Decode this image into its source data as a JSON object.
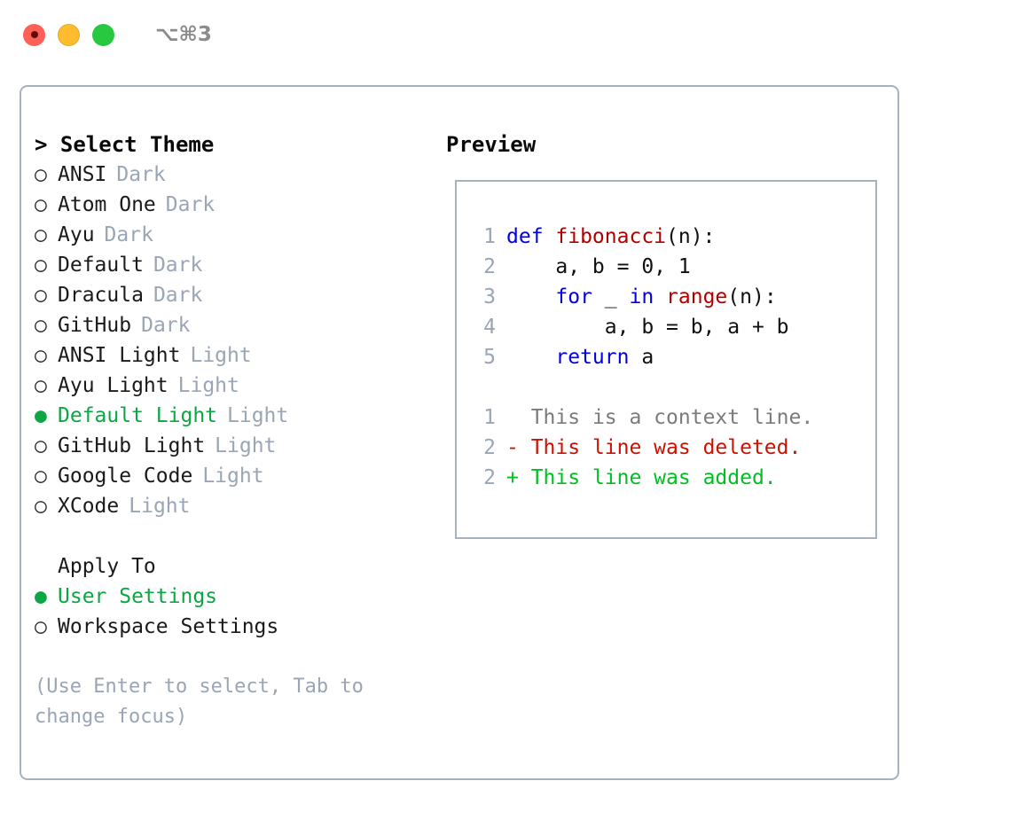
{
  "titlebar": {
    "shortcut": "⌥⌘3",
    "buttons": [
      "close",
      "minimize",
      "maximize"
    ]
  },
  "theme_selector": {
    "header": "> Select Theme",
    "options": [
      {
        "marker": "○",
        "name": "ANSI",
        "category": "Dark",
        "selected": false
      },
      {
        "marker": "○",
        "name": "Atom One",
        "category": "Dark",
        "selected": false
      },
      {
        "marker": "○",
        "name": "Ayu",
        "category": "Dark",
        "selected": false
      },
      {
        "marker": "○",
        "name": "Default",
        "category": "Dark",
        "selected": false
      },
      {
        "marker": "○",
        "name": "Dracula",
        "category": "Dark",
        "selected": false
      },
      {
        "marker": "○",
        "name": "GitHub",
        "category": "Dark",
        "selected": false
      },
      {
        "marker": "○",
        "name": "ANSI Light",
        "category": "Light",
        "selected": false
      },
      {
        "marker": "○",
        "name": "Ayu Light",
        "category": "Light",
        "selected": false
      },
      {
        "marker": "●",
        "name": "Default Light",
        "category": "Light",
        "selected": true
      },
      {
        "marker": "○",
        "name": "GitHub Light",
        "category": "Light",
        "selected": false
      },
      {
        "marker": "○",
        "name": "Google Code",
        "category": "Light",
        "selected": false
      },
      {
        "marker": "○",
        "name": "XCode",
        "category": "Light",
        "selected": false
      }
    ]
  },
  "apply_to": {
    "header": "Apply To",
    "options": [
      {
        "marker": "●",
        "name": "User Settings",
        "selected": true
      },
      {
        "marker": "○",
        "name": "Workspace Settings",
        "selected": false
      }
    ]
  },
  "hint": "(Use Enter to select, Tab to change focus)",
  "preview": {
    "header": "Preview",
    "code_lines": [
      {
        "number": "1",
        "tokens": [
          {
            "text": "def ",
            "type": "keyword"
          },
          {
            "text": "fibonacci",
            "type": "function"
          },
          {
            "text": "(n):",
            "type": "plain"
          }
        ]
      },
      {
        "number": "2",
        "tokens": [
          {
            "text": "    a, b = 0, 1",
            "type": "plain"
          }
        ]
      },
      {
        "number": "3",
        "tokens": [
          {
            "text": "    ",
            "type": "plain"
          },
          {
            "text": "for",
            "type": "keyword"
          },
          {
            "text": " _ ",
            "type": "plain"
          },
          {
            "text": "in",
            "type": "keyword"
          },
          {
            "text": " ",
            "type": "plain"
          },
          {
            "text": "range",
            "type": "function"
          },
          {
            "text": "(n):",
            "type": "plain"
          }
        ]
      },
      {
        "number": "4",
        "tokens": [
          {
            "text": "        a, b = b, a + b",
            "type": "plain"
          }
        ]
      },
      {
        "number": "5",
        "tokens": [
          {
            "text": "    ",
            "type": "plain"
          },
          {
            "text": "return",
            "type": "keyword"
          },
          {
            "text": " a",
            "type": "plain"
          }
        ]
      }
    ],
    "diff_lines": [
      {
        "number": "1",
        "sign": " ",
        "text": " This is a context line.",
        "kind": "context"
      },
      {
        "number": "2",
        "sign": "-",
        "text": " This line was deleted.",
        "kind": "deleted"
      },
      {
        "number": "2",
        "sign": "+",
        "text": " This line was added.",
        "kind": "added"
      }
    ]
  },
  "colors": {
    "selected_green": "#0ca644",
    "category_gray": "#9aa5b5",
    "border": "#a7b1c0",
    "keyword_blue": "#0000e0",
    "function_red": "#b00000",
    "diff_deleted": "#cc1100",
    "diff_added": "#00bf21",
    "diff_context": "#7b7b7b",
    "traffic_red": "#ff5f57",
    "traffic_yellow": "#febc2e",
    "traffic_green": "#28c840"
  }
}
